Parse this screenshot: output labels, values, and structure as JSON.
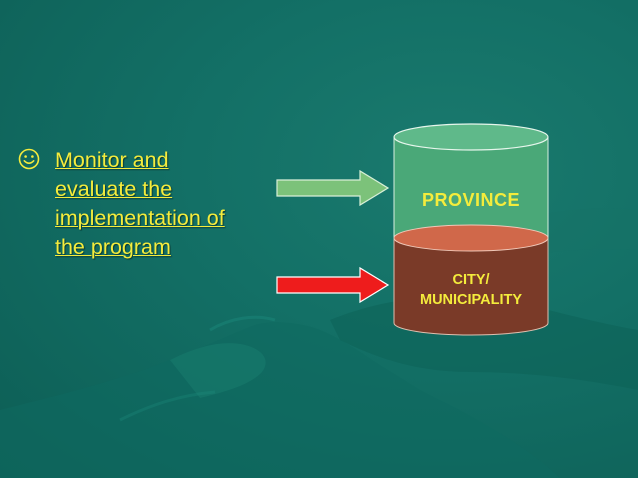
{
  "bullet": {
    "icon": "smiley-icon",
    "lines": [
      "Monitor and",
      "evaluate the",
      "implementation of",
      "the program"
    ]
  },
  "diagram": {
    "top_level": "PROVINCE",
    "bottom_level": [
      "CITY/",
      "MUNICIPALITY"
    ],
    "colors": {
      "province_fill": "#4aa878",
      "city_fill": "#7a3a28",
      "city_top": "#d0684a",
      "arrow_green": "#7cc27a",
      "arrow_red": "#ee1c1c",
      "text_yellow": "#f4ec3c"
    }
  }
}
